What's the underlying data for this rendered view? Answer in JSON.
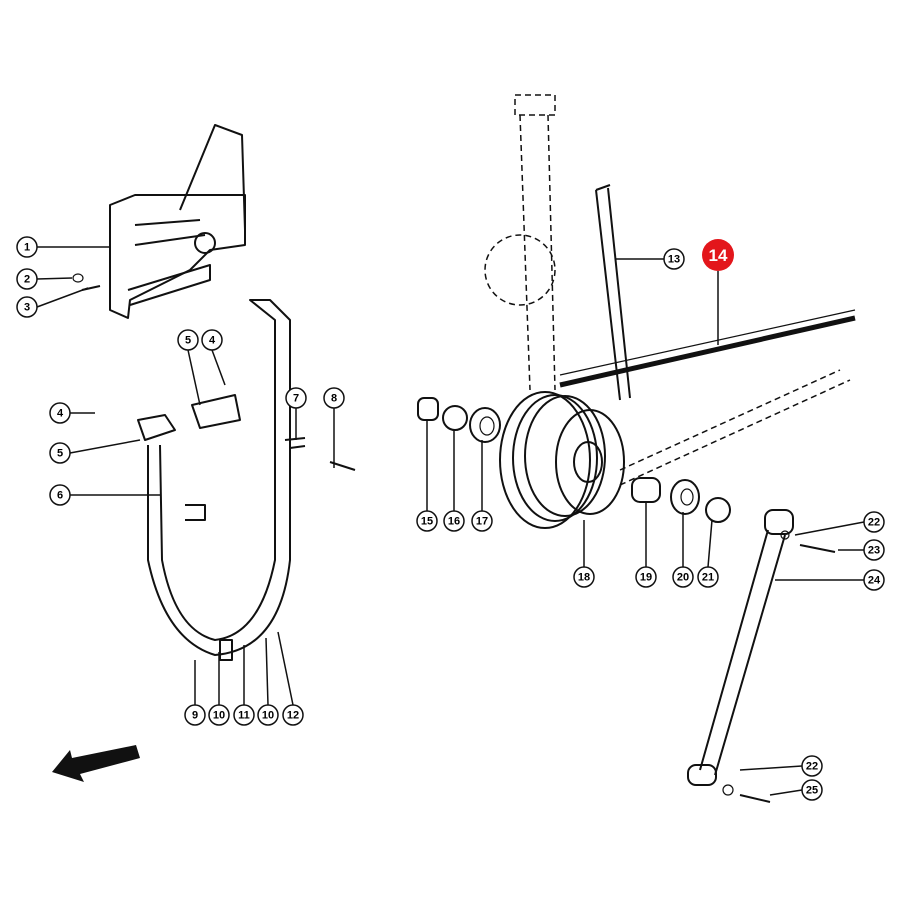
{
  "diagram": {
    "callouts": [
      {
        "label": "1"
      },
      {
        "label": "2"
      },
      {
        "label": "3"
      },
      {
        "label": "4"
      },
      {
        "label": "5"
      },
      {
        "label": "4"
      },
      {
        "label": "5"
      },
      {
        "label": "6"
      },
      {
        "label": "7"
      },
      {
        "label": "8"
      },
      {
        "label": "9"
      },
      {
        "label": "10"
      },
      {
        "label": "11"
      },
      {
        "label": "10"
      },
      {
        "label": "12"
      },
      {
        "label": "13"
      },
      {
        "label": "14",
        "highlighted": true
      },
      {
        "label": "15"
      },
      {
        "label": "16"
      },
      {
        "label": "17"
      },
      {
        "label": "18"
      },
      {
        "label": "19"
      },
      {
        "label": "20"
      },
      {
        "label": "21"
      },
      {
        "label": "22"
      },
      {
        "label": "23"
      },
      {
        "label": "24"
      },
      {
        "label": "22"
      },
      {
        "label": "25"
      }
    ],
    "highlight_color": "#e3161b",
    "direction_arrow": "arrow-left-down-icon"
  }
}
